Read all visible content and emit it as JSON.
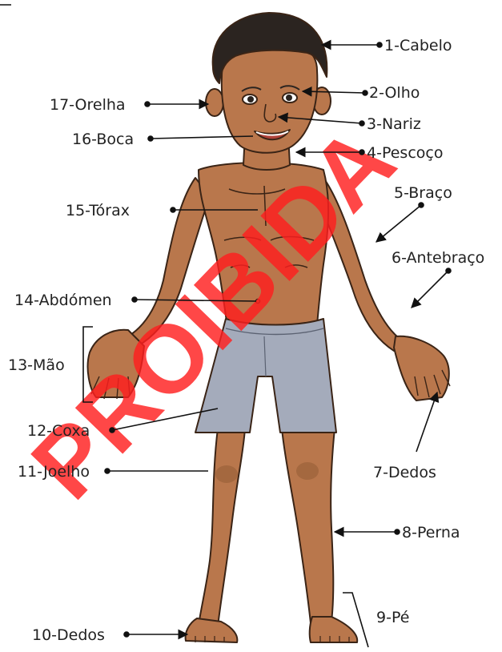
{
  "labels": [
    {
      "id": "cabelo",
      "text": "1-Cabelo"
    },
    {
      "id": "olho",
      "text": "2-Olho"
    },
    {
      "id": "nariz",
      "text": "3-Nariz"
    },
    {
      "id": "pescoco",
      "text": "4-Pescoço"
    },
    {
      "id": "braco",
      "text": "5-Braço"
    },
    {
      "id": "antebraco",
      "text": "6-Antebraço"
    },
    {
      "id": "dedos-mao",
      "text": "7-Dedos"
    },
    {
      "id": "perna",
      "text": "8-Perna"
    },
    {
      "id": "pe",
      "text": "9-Pé"
    },
    {
      "id": "dedos-pe",
      "text": "10-Dedos"
    },
    {
      "id": "joelho",
      "text": "11-Joelho"
    },
    {
      "id": "coxa",
      "text": "12-Coxa"
    },
    {
      "id": "mao",
      "text": "13-Mão"
    },
    {
      "id": "abdomen",
      "text": "14-Abdómen"
    },
    {
      "id": "torax",
      "text": "15-Tórax"
    },
    {
      "id": "boca",
      "text": "16-Boca"
    },
    {
      "id": "orelha",
      "text": "17-Orelha"
    }
  ],
  "watermark": "PROIBIDA",
  "colors": {
    "skin": "#b9774c",
    "skin_shadow": "#9c5f38",
    "hair": "#2b2420",
    "shorts": "#a4abbb",
    "watermark": "#ff1f1f",
    "line": "#111111"
  }
}
